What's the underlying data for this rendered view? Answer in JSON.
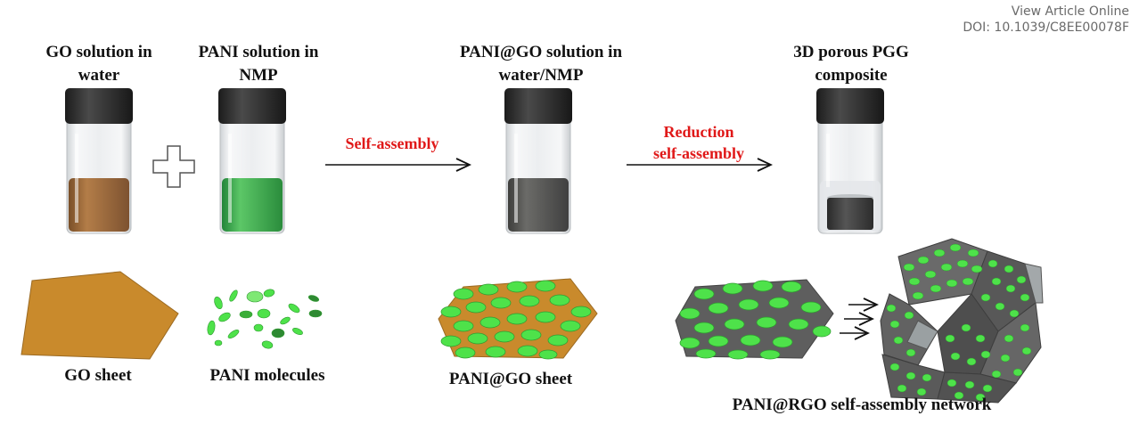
{
  "header": {
    "view_article": "View Article Online",
    "doi": "DOI: 10.1039/C8EE00078F"
  },
  "vials": {
    "go": "GO solution in water",
    "pani": "PANI solution in NMP",
    "pani_go": "PANI@GO solution in water/NMP",
    "pgg": "3D porous PGG composite"
  },
  "steps": {
    "self_assembly": "Self-assembly",
    "reduction_line1": "Reduction",
    "reduction_line2": "self-assembly"
  },
  "bottom": {
    "go_sheet": "GO sheet",
    "pani_molecules": "PANI molecules",
    "pani_go_sheet": "PANI@GO sheet",
    "pani_rgo_network": "PANI@RGO self-assembly network"
  },
  "colors": {
    "go_liquid": "#9a6a3c",
    "pani_liquid": "#3faa4a",
    "pani_go_liquid": "#5a5a58",
    "cap": "#2b2b2b",
    "go_sheet": "#c98a2c",
    "pani_disc": "#4ee24a",
    "rgo_sheet": "#5e5e5e",
    "step_text": "#e01818"
  }
}
